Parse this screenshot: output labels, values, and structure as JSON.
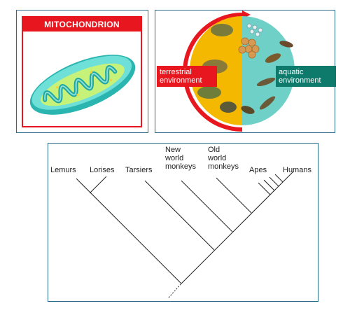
{
  "mitochondrion": {
    "title": "MITOCHONDRION",
    "colors": {
      "banner": "#e8161e",
      "outer": "#3ec7c2",
      "inner": "#9fe24a"
    }
  },
  "life_cycle": {
    "terrestrial_label": "terrestrial environment",
    "aquatic_label": "aquatic environment",
    "colors": {
      "terrestrial": "#e8161e",
      "aquatic": "#0d7a6c",
      "land_half": "#f5b800",
      "water_half": "#6fd0c8"
    }
  },
  "cladogram": {
    "taxa": [
      "Lemurs",
      "Lorises",
      "Tarsiers",
      "New\nworld\nmonkeys",
      "Old\nworld\nmonkeys",
      "Apes",
      "Humans"
    ]
  }
}
